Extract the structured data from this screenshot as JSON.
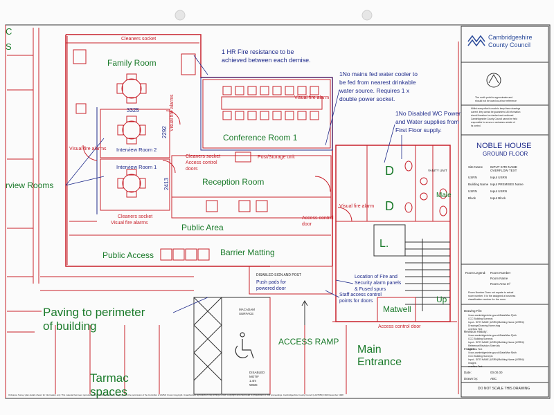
{
  "rooms": {
    "family_room": "Family Room",
    "conference_room": "Conference Room 1",
    "reception_room": "Reception Room",
    "interview_room_2": "Interview Room 2",
    "interview_room_1": "Interview Room 1",
    "interview_rooms_partial": "rview Rooms",
    "public_area": "Public Area",
    "public_access": "Public Access",
    "barrier_matting": "Barrier Matting",
    "matwell": "Matwell",
    "main_entrance_line1": "Main",
    "main_entrance_line2": "Entrance",
    "access_ramp": "ACCESS RAMP",
    "paving_line1": "Paving to perimeter",
    "paving_line2": "of building",
    "tarmac_line1": "Tarmac",
    "tarmac_line2": "spaces",
    "up": "Up",
    "male": "Male",
    "lift": "L.",
    "disabled_wc_1": "D",
    "disabled_wc_2": "D",
    "post_storage": "Post/Storage unit",
    "vanity_unit": "VANITY UNIT",
    "macadam_surface_line1": "MACADAM",
    "macadam_surface_line2": "SURFACE",
    "disabled_motif_line1": "DISABLED",
    "disabled_motif_line2": "MOTIF",
    "disabled_motif_line3": "1.4m",
    "disabled_motif_line4": "WIDE"
  },
  "dimensions": {
    "d1": "3325",
    "d2": "2292",
    "d3": "2413"
  },
  "notes": {
    "fire_resistance_1": "1 HR Fire resistance to be",
    "fire_resistance_2": "achieved between each demise.",
    "water_cooler_1": "1No mains fed water cooler to",
    "water_cooler_2": "be fed from nearest drinkable",
    "water_cooler_3": "water source. Requires 1 x",
    "water_cooler_4": "double power socket.",
    "disabled_wc_1": "1No Disabled WC Power",
    "disabled_wc_2": "and Water supplies from",
    "disabled_wc_3": "First Floor supply.",
    "fire_panel_1": "Location of Fire and",
    "fire_panel_2": "Security alarm panels",
    "fire_panel_3": "& Fused spurs",
    "staff_access_1": "Staff access control",
    "staff_access_2": "points for doors",
    "push_pads_1": "Push pads for",
    "push_pads_2": "powered door",
    "disabled_sign": "DISABLED SIGN AND POST",
    "cleaners_socket_top": "Cleaners socket",
    "cleaners_socket_mid": "Cleaners socket",
    "cleaners_socket_low": "Cleaners socket",
    "access_control_1a": "Access control",
    "access_control_1b": "doors",
    "access_control_2a": "Access control",
    "access_control_2b": "door",
    "access_control_3": "Access control door",
    "visual_fire_conf": "Visual fire alarm",
    "visual_fire_ir": "Visual fire alarms",
    "visual_fire_ir1": "Visual fire alarms",
    "visual_fire_wc": "Visual fire alarm",
    "visual_fire_pub": "Visual fire alarms",
    "corner_top_1": "C",
    "corner_top_2": "S"
  },
  "title_block": {
    "council_line1": "Cambridgeshire",
    "council_line2": "County Council",
    "north_note_1": "The north point is approximate and",
    "north_note_2": "should not be used as a true reference",
    "disclaimer_1": "Whilst every effort is made to keep these drawings",
    "disclaimer_2": "current, they cannot be guaranteed. All information",
    "disclaimer_3": "should therefore be checked and confirmed.",
    "disclaimer_4": "Cambridgeshire County Council cannot be held",
    "disclaimer_5": "responsible for errors or omissions outside of",
    "disclaimer_6": "its control.",
    "building_name": "NOBLE HOUSE",
    "floor": "GROUND FLOOR",
    "site_name_label": "Site Name",
    "site_name_value": "INPUT SITE NAME",
    "site_name_value_2": "OVERFLOW TEXT",
    "usrn_label": "USRN",
    "usrn_value": "Input USRN",
    "building_name_label": "Building Name",
    "building_name_value": "Input PREMISES Name",
    "usrn2_label": "USRN",
    "usrn2_value": "Input USRN",
    "block_label": "Block",
    "block_value": "Input Block",
    "room_legend_label": "Room Legend:",
    "room_number": "Room Number",
    "room_name": "Room Name",
    "room_area": "Room Area m²",
    "legend_note_1": "Room Number Does not equate to actual",
    "legend_note_2": "room number. It is the assigned a business",
    "legend_note_3": "classification number for the room.",
    "drawing_file_label": "Drawing File:",
    "drawing_file_1": "\\\\cccs.cambridgeshire.gov.uk\\DataWise Pjsth",
    "drawing_file_2": "CCC Building Surveys\\",
    "drawing_file_3": "Input - SITE NAME (USRN)\\Building Name (USRN)\\",
    "drawing_file_4": "Drawings\\Drawing Name.dwg",
    "drawing_file_5": "overflow Text",
    "revision_label": "Revision History:",
    "revision_1": "\\\\cccs.cambridgeshire.gov.uk\\DataWise Pjsth",
    "revision_2": "CCC Building Surveys\\",
    "revision_3": "Input - SITE NAME (USRN)\\Building Name (USRN)\\",
    "revision_4": "Reference\\Revision Sheet.xls",
    "revision_5": "overflow Text",
    "images_label": "Images:",
    "images_1": "\\\\cccs.cambridgeshire.gov.uk\\DataWise Pjsth",
    "images_2": "CCC Building Surveys\\",
    "images_3": "Input - SITE NAME (USRN)\\Building Name (USRN)\\",
    "images_4": "Images",
    "images_5": "overflow Text",
    "date_label": "Date:",
    "date_value": "00.00.00",
    "drawn_by_label": "Drawn by:",
    "drawn_by_value": "ABC",
    "do_not_scale": "DO NOT SCALE THIS DRAWING"
  },
  "footer": {
    "copyright": "Ordnance Survey plan details shown for information only. This material has been reproduced from Ordnance Survey mapping with the permission of the Controller of HMSO Crown Copyright. Unauthorised reproduction may infringe Crown Copyright and could lead to prosecution or civil proceedings. Cambridgeshire County Council (LA07650) 1999 December 1998"
  },
  "colors": {
    "wall": "#c8202a",
    "label_green": "#1a7a2a",
    "note_blue": "#1e2a8a",
    "furniture": "#c8202a"
  }
}
